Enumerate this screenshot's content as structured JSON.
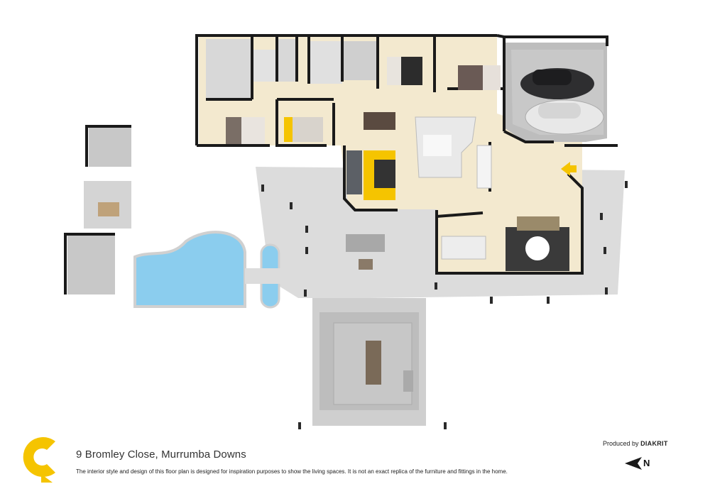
{
  "title": "9 Bromley Close, Murrumba Downs",
  "disclaimer": "The interior style and design of this floor plan is designed for inspiration purposes to show the living spaces. It is not an exact replica of the furniture and fittings in the home.",
  "producer": {
    "prefix": "Produced by",
    "brand": "DIAKRIT"
  },
  "compass": {
    "label": "N",
    "icon": "north-arrow-icon"
  },
  "colors": {
    "brand_yellow": "#F5C400",
    "wall": "#1a1a1a",
    "floor_wood": "#f3e9cf",
    "floor_tile": "#d9d9d9",
    "pool": "#6fc0ea",
    "deck": "#c9c9c9"
  }
}
